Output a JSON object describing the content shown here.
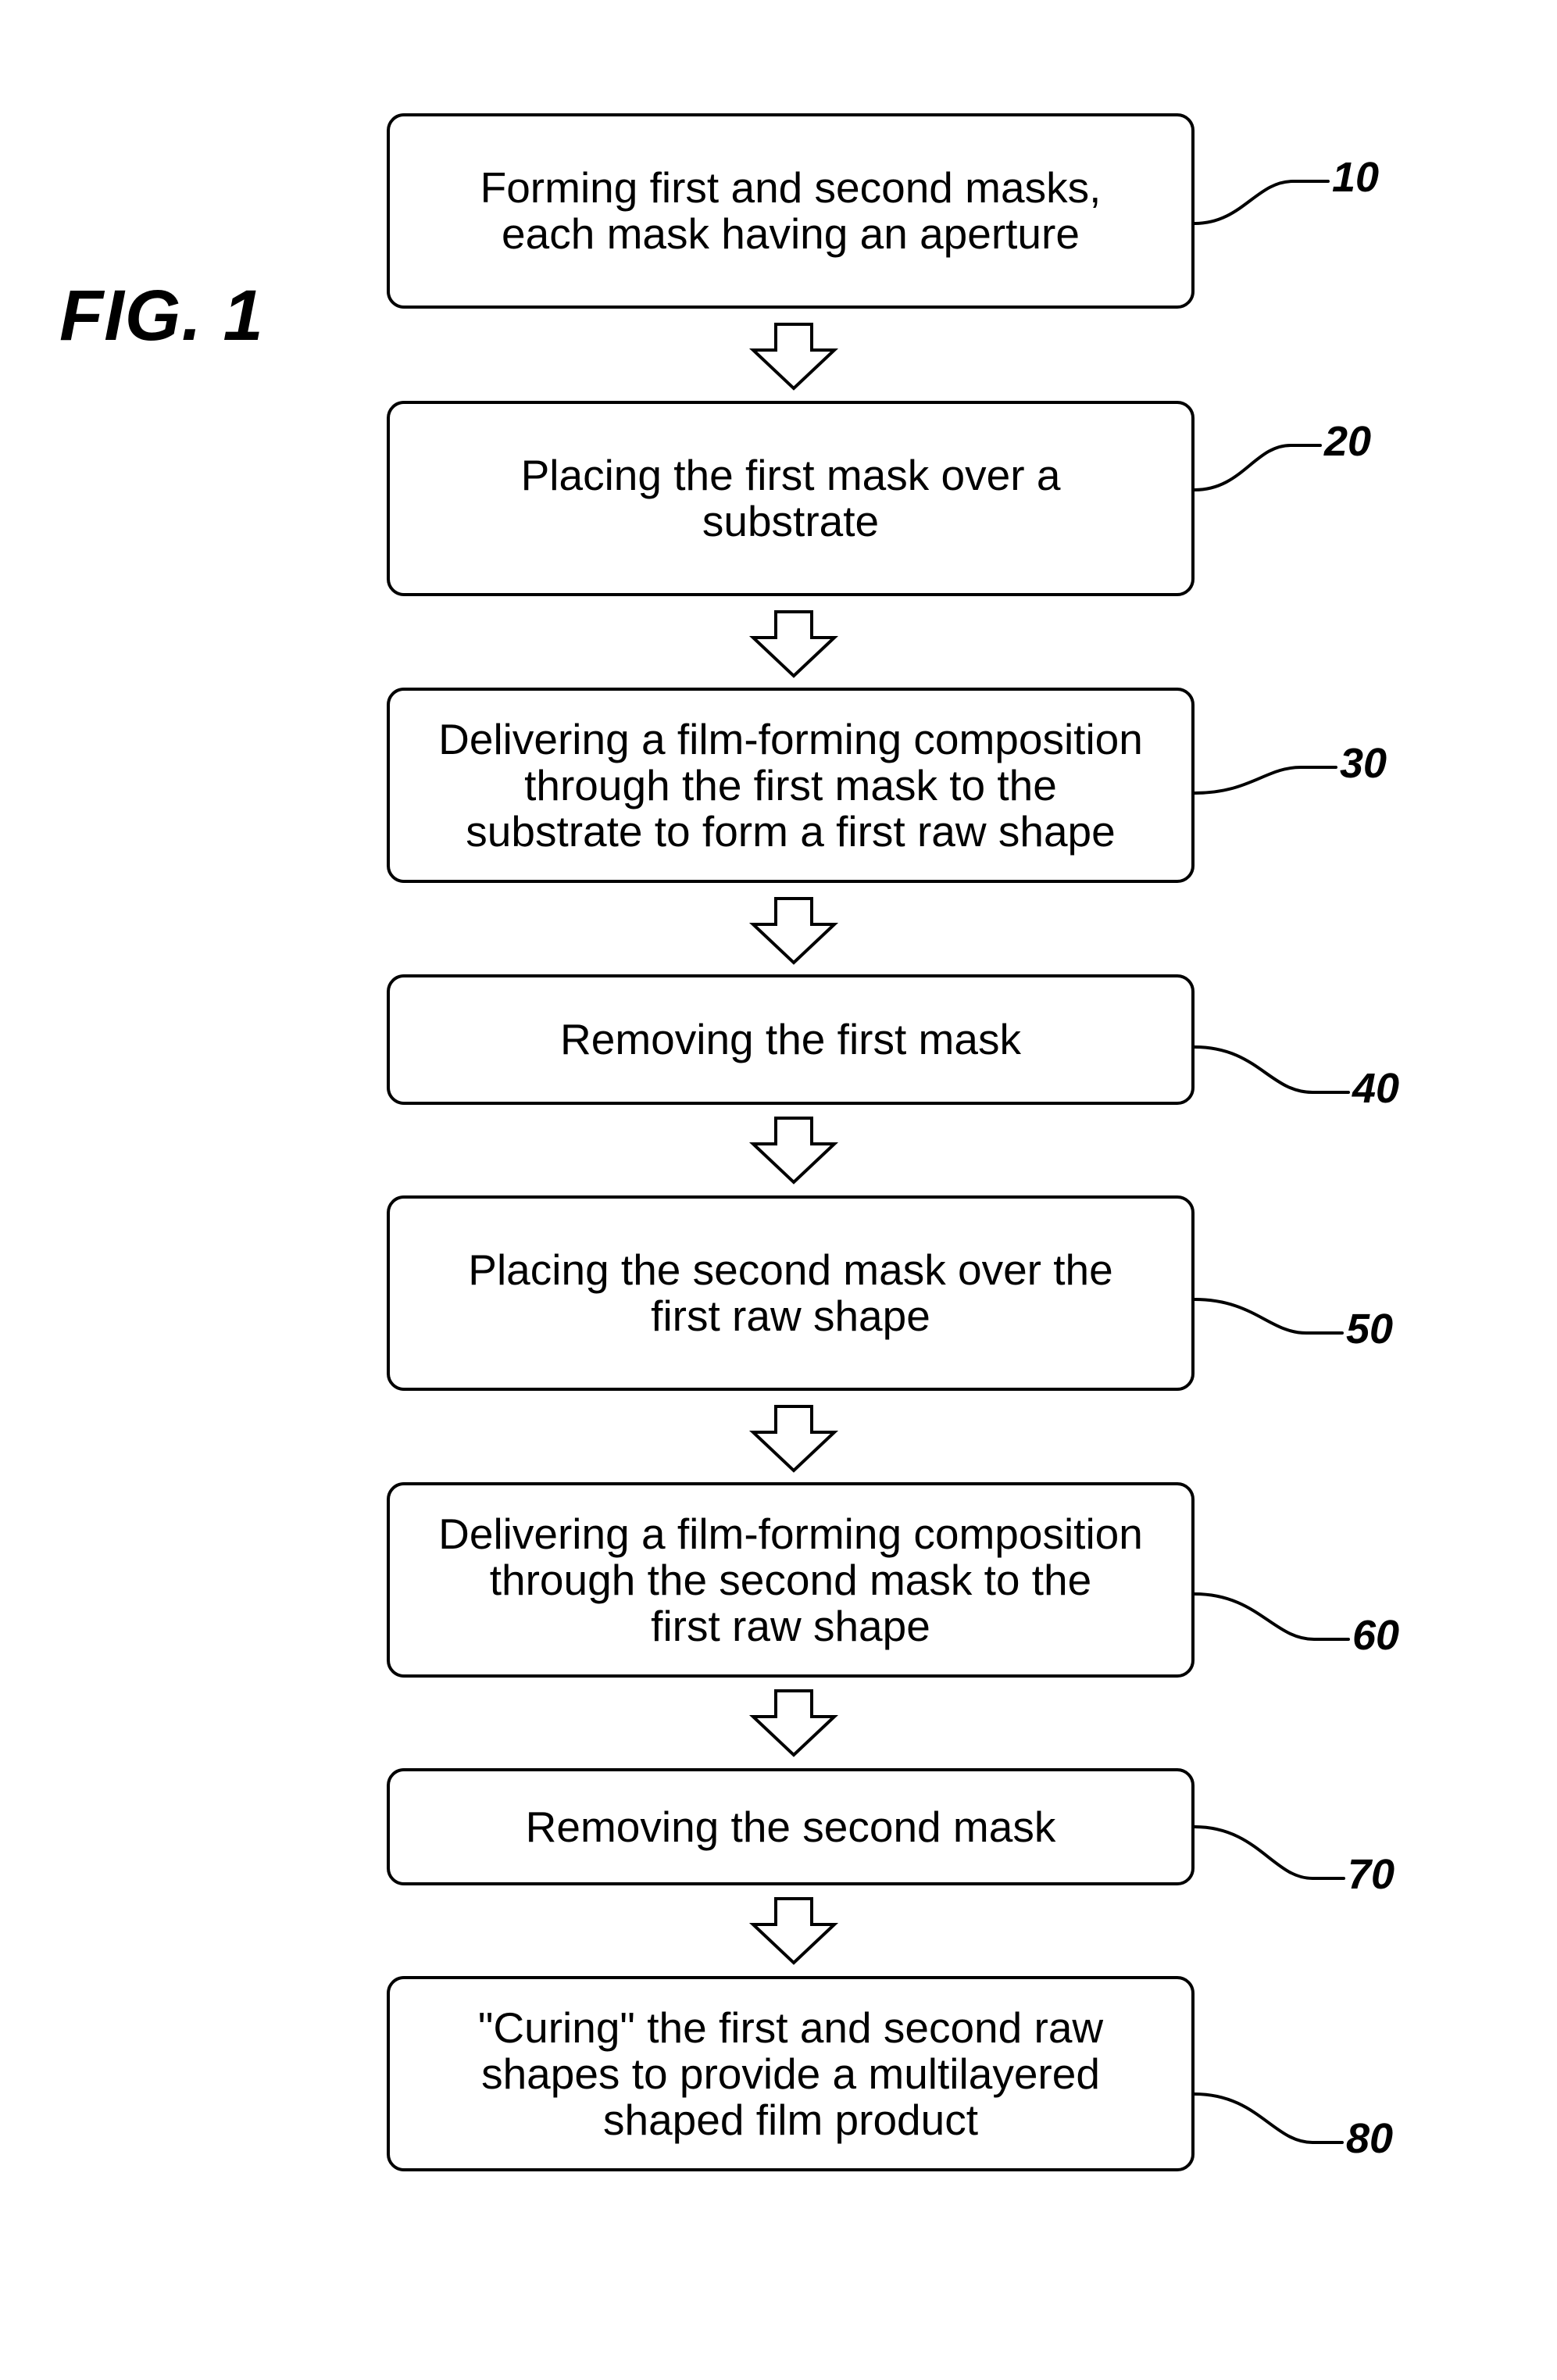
{
  "figure": {
    "title": "FIG. 1"
  },
  "steps": [
    {
      "text": "Forming first and second masks,\neach mask having an aperture",
      "ref": "10"
    },
    {
      "text": "Placing the first mask over a\nsubstrate",
      "ref": "20"
    },
    {
      "text": "Delivering a film-forming composition\nthrough the first mask to the\nsubstrate to form a first raw shape",
      "ref": "30"
    },
    {
      "text": "Removing the first mask",
      "ref": "40"
    },
    {
      "text": "Placing the second mask over the\nfirst raw shape",
      "ref": "50"
    },
    {
      "text": "Delivering a film-forming composition\nthrough the second mask to the\nfirst raw shape",
      "ref": "60"
    },
    {
      "text": "Removing the second mask",
      "ref": "70"
    },
    {
      "text": "\"Curing\" the first and second raw\nshapes to provide a multilayered\nshaped film product",
      "ref": "80"
    }
  ]
}
